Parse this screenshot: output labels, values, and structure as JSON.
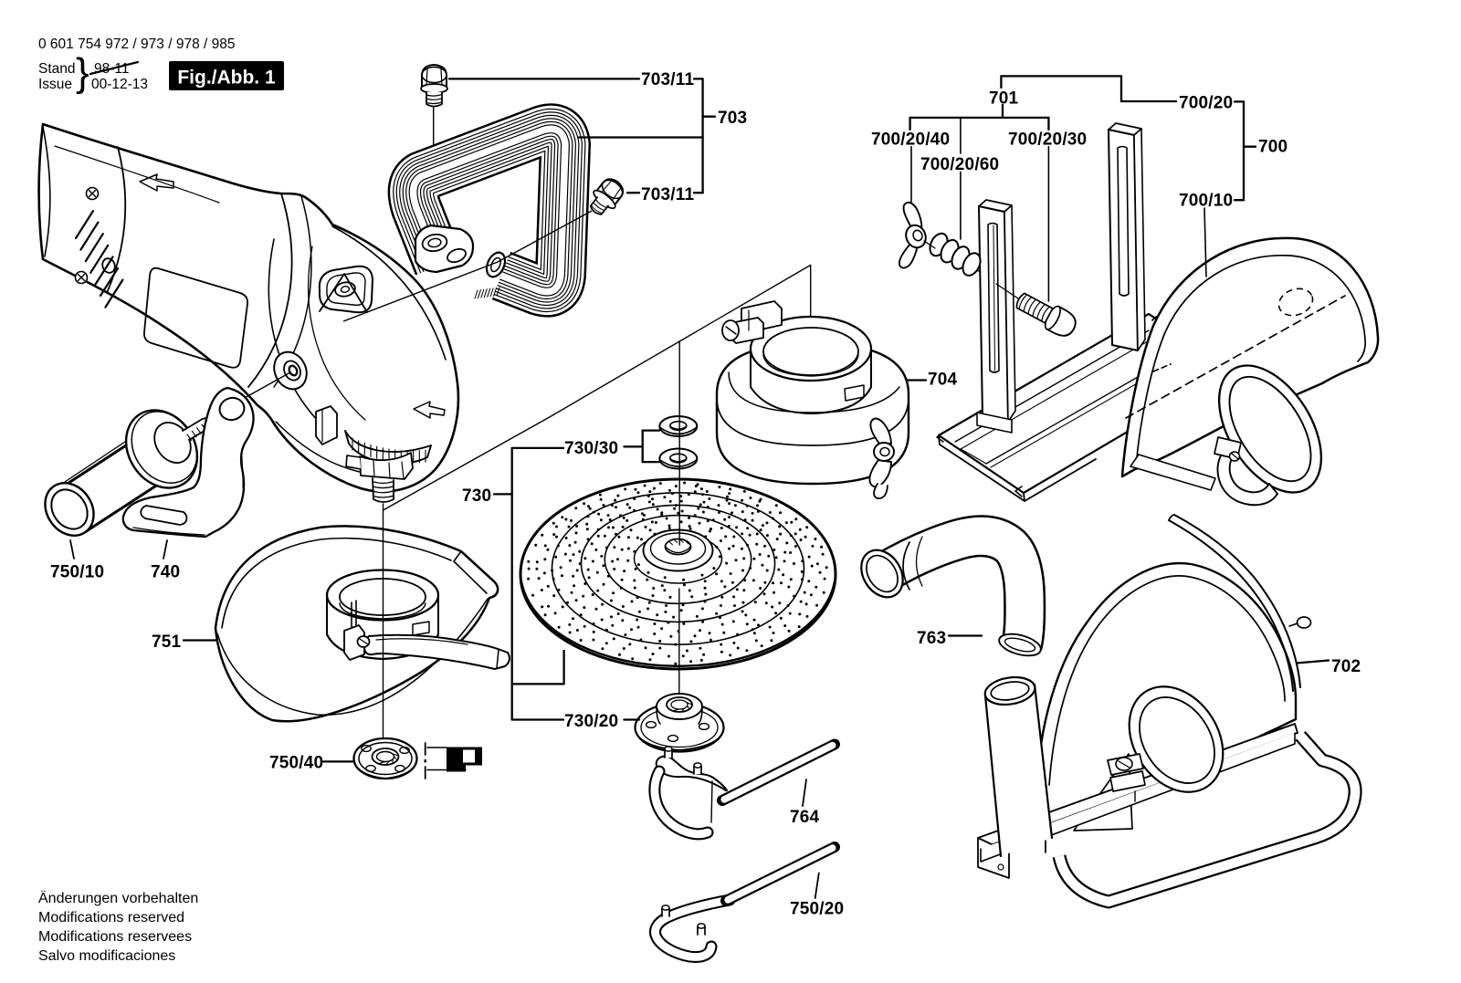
{
  "document": {
    "kind": "exploded parts diagram",
    "product": "angle grinder with cutting / sanding accessories"
  },
  "header": {
    "type_numbers": "0 601 754 972 / 973 / 978 / 985",
    "stand_label": "Stand",
    "issue_label": "Issue",
    "old_date": "98-11",
    "issue_date": "00-12-13",
    "figure_label": "Fig./Abb. 1"
  },
  "callouts": {
    "c703_11_a": "703/11",
    "c703": "703",
    "c703_11_b": "703/11",
    "c701": "701",
    "c700_20": "700/20",
    "c700_20_40": "700/20/40",
    "c700_20_30": "700/20/30",
    "c700_20_60": "700/20/60",
    "c700": "700",
    "c700_10": "700/10",
    "c704": "704",
    "c730_30": "730/30",
    "c730": "730",
    "c730_20": "730/20",
    "c750_10": "750/10",
    "c740": "740",
    "c751": "751",
    "c750_40": "750/40",
    "c763": "763",
    "c702": "702",
    "c764": "764",
    "c750_20": "750/20"
  },
  "footer": {
    "lines": [
      "Änderungen vorbehalten",
      "Modifications reserved",
      "Modifications reservees",
      "Salvo modificaciones"
    ]
  },
  "colors": {
    "ink": "#000000",
    "background": "#ffffff",
    "figure_box_background": "#000000",
    "figure_box_text": "#ffffff"
  }
}
